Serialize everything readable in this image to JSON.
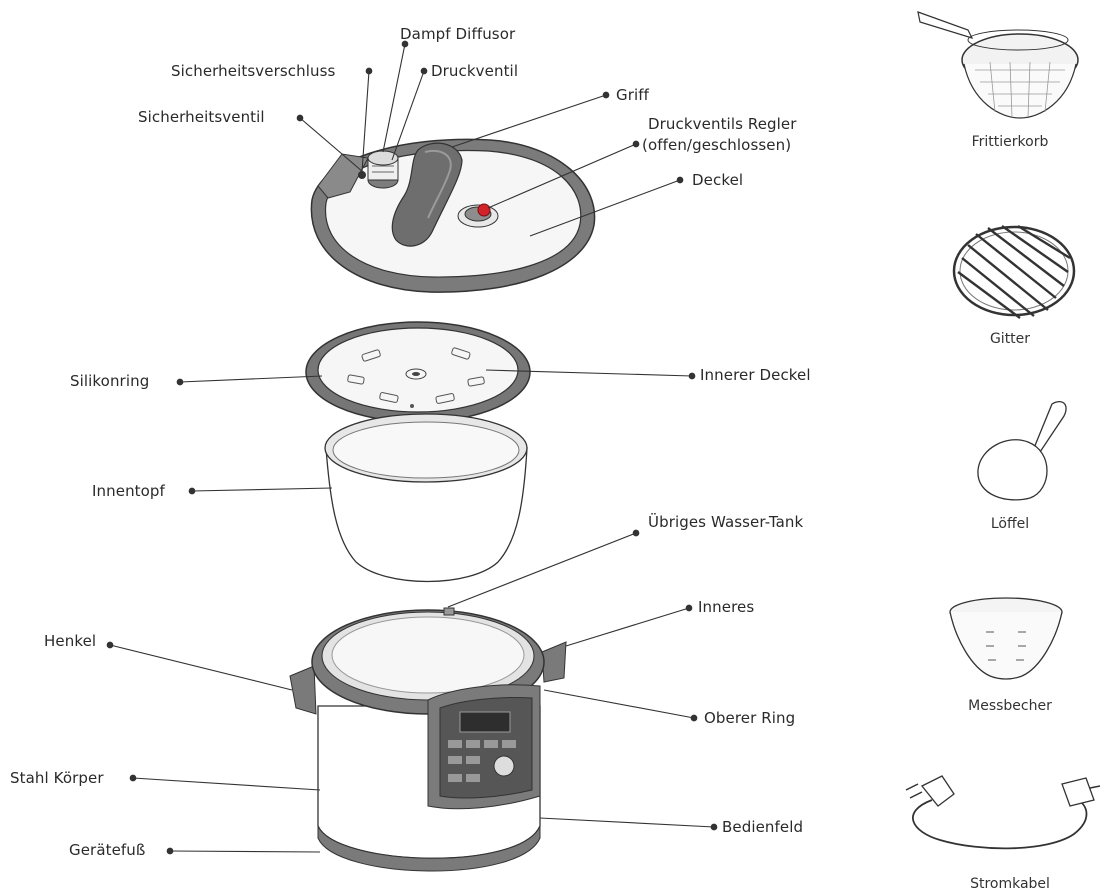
{
  "colors": {
    "line": "#333333",
    "part_gray": "#7b7b7b",
    "part_dark": "#555555",
    "part_light": "#f4f4f4",
    "accent_red": "#d2232a"
  },
  "labels": {
    "dampf_diffusor": "Dampf Diffusor",
    "sicherheitsverschluss": "Sicherheitsverschluss",
    "druckventil": "Druckventil",
    "griff": "Griff",
    "sicherheitsventil": "Sicherheitsventil",
    "druckventil_regler_1": "Druckventils Regler",
    "druckventil_regler_2": "(offen/geschlossen)",
    "deckel": "Deckel",
    "silikonring": "Silikonring",
    "innerer_deckel": "Innerer Deckel",
    "innentopf": "Innentopf",
    "wasser_tank": "Übriges Wasser-Tank",
    "inneres": "Inneres",
    "henkel": "Henkel",
    "oberer_ring": "Oberer Ring",
    "stahl_koerper": "Stahl Körper",
    "bedienfeld": "Bedienfeld",
    "geraetefuss": "Gerätefuß"
  },
  "accessories": {
    "frittierkorb": "Frittierkorb",
    "gitter": "Gitter",
    "loeffel": "Löffel",
    "messbecher": "Messbecher",
    "stromkabel": "Stromkabel"
  }
}
